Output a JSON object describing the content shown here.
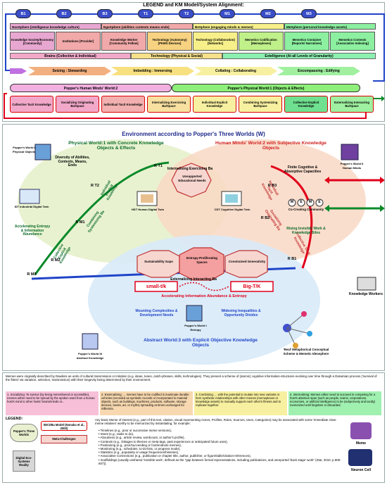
{
  "legend": {
    "title": "LEGEND and KM Model/System Alignment:",
    "badges": [
      "B1",
      "B2",
      "B3",
      "T1",
      "T2",
      "M1",
      "M2",
      "M3"
    ]
  },
  "spheres": [
    {
      "label": "NooSphere (intelligence knowledge culture)",
      "color": "#e8a7d0"
    },
    {
      "label": "EgoSphere (abilities contexts means ends)",
      "color": "#f2a9a9"
    },
    {
      "label": "BeSphere (engaging minds & memes)",
      "color": "#f7f08a"
    },
    {
      "label": "MeSphere (personal knowledge assets)",
      "color": "#8cf0a0"
    }
  ],
  "cells": [
    {
      "label": "Knowledge Society/Economy [Community]",
      "color": "#e8a7d0"
    },
    {
      "label": "Institutions [Provider]",
      "color": "#f2a9a9"
    },
    {
      "label": "Knowledge Worker [Community Fellow]",
      "color": "#f2a9a9"
    },
    {
      "label": "Technology (Autonomy) [PKMS Devices]",
      "color": "#f7d280"
    },
    {
      "label": "Technology (Collaboration) [Networks]",
      "color": "#f7f08a"
    },
    {
      "label": "Memetics Codification [Memeplexes]",
      "color": "#bff08a"
    },
    {
      "label": "Memetics Container [Reports/ Narratives]",
      "color": "#8cf0a0"
    },
    {
      "label": "Memetics Contexts [Associative Indexing]",
      "color": "#8cf0a0"
    }
  ],
  "bands": [
    {
      "label": "Brains (Collective & Individual)",
      "color": "#f2a9c9"
    },
    {
      "label": "Technology (Physical & Social)",
      "color": "#f7e08a"
    },
    {
      "label": "Extelligence (At all Levels of Granularity)",
      "color": "#8cf0b0"
    }
  ],
  "processes": [
    {
      "label": "Seizing : Stewarding",
      "color": "#f2b080"
    },
    {
      "label": "Imbedding : Immersing",
      "color": "#f7e080"
    },
    {
      "label": "Collating : Collaborating",
      "color": "#f7f0a0"
    },
    {
      "label": "Encompassing : Edifying",
      "color": "#a0f0a0"
    }
  ],
  "worlds_bar": {
    "w2": "Popper's Human Minds' World:2",
    "w1": "Popper's Physical World:1 (Objects & Effects)"
  },
  "seci": [
    {
      "label": "Collective Tacit Knowledge",
      "color": "#f2a9c9"
    },
    {
      "label": "Socializing Originating Ba/Space",
      "color": "#f2a9c9"
    },
    {
      "label": "Individual Tacit Knowledge",
      "color": "#f2b0b0"
    },
    {
      "label": "Internalizing Exercising Ba/Space",
      "color": "#f7e0a0"
    },
    {
      "label": "Individual Explicit Knowledge",
      "color": "#f7f0a0"
    },
    {
      "label": "Combining Systemizing Ba/Space",
      "color": "#f7f0a0"
    },
    {
      "label": "Collective Explicit Knowledge",
      "color": "#6fe090"
    },
    {
      "label": "Externalizing Interacting Ba/Space",
      "color": "#9ff0a0"
    }
  ],
  "diagram": {
    "title": "Environment according to Popper's Three Worlds (W)",
    "physical_world": "Physical World:1 with Concrete Knowledge Objects & Effects",
    "human_world": "Human Minds' World:2 with Subjective Knowledge Objects",
    "abstract_world": "Abstract World:3 with Explicit Objective Knowledge Objects",
    "popper_w1_physical": "Popper's World I Physical Objects",
    "popper_w2_human": "Popper's World II Human Minds",
    "popper_w1_entropy": "Popper's World I Entropy",
    "popper_w3_abstract": "Popper's World III Abstract Knowledge",
    "diversity": "Diversity of Abilities, Contexts, Means, Ends",
    "finite_cognitive": "Finite Cognitive & Absorptive Capacities",
    "internalising": "Internalising Exercising Ba",
    "unsupported": "Unsupported Educational Needs",
    "individual_explicit": "Individual Explicit Knowledge",
    "individual_tacit": "Individual Tacit Knowledge",
    "socializing": "Socializing Originating Ba",
    "combining": "Combining Systemizing Ba",
    "collective_explicit": "Collective Explicit Knowledge",
    "collective_tacit": "Collective Tacit Knowledge",
    "accel_entropy": "Accelerating Entropy & Information Abundance",
    "idt": "IDT Industrial Digital Twin",
    "hdt": "HDT Human Digital Twin",
    "cdt": "CDT Cognitive Digital Twin",
    "co_creating": "Co-Creating Community",
    "rising": "Rising Invisible Work & Knowledge Silos",
    "sustainability": "Sustainability Gaps",
    "entropy_spaces": "Entropy-Proliferating Spaces",
    "constrained": "Constrained Generativity",
    "externalizing": "Externalizing Interacting Ba",
    "small_tk": "small-t/k",
    "big_tk": "Big-T/K",
    "accel_info": "Accelerating Information Abundance & Entropy",
    "mounting": "Mounting Complexities & Development Needs",
    "widening": "Widening Inequalities & Opportunity Divides",
    "knowledge_workers": "Knowledge Workers",
    "real_meta": "'Real' Metaphorical Conceptual Scheme & Memetic Ideosphere",
    "memes": [
      "M",
      "E",
      "M",
      "E"
    ],
    "r_labels": [
      "R T1",
      "R T2",
      "R M1",
      "R M2",
      "R M3",
      "R B3",
      "R B2",
      "R B1"
    ]
  },
  "bottom": {
    "intro": "Memes were originally described by Dawkins as units of cultural transmission or imitation (e.g. ideas, tunes, catch-phrases, skills, technologies). They present a scheme of (atomic) cognitive information-structures evolving over time through a Darwinian process ('survival of the fittest' via variation, selection, transmission) with their longevity being determined by their environment.",
    "steps": [
      {
        "text": "1. Socializing: To survive (by being remembered or accessible), memes either need to be spread by the spoken word from a human host's mind to other hosts' brains/minds or...",
        "color": "#f7c0d8"
      },
      {
        "text": "2. Externalizing: ... memes have to be codified in inanimate durable vehicles (recorded as symbolic records or incorporated in material objects, such as buildings, machines, products, software, storage devices, books, art, or myths) spreading at times unchanged for millennia.",
        "color": "#f7d8b0"
      },
      {
        "text": "3. Combining: ... with the potential to mutate into new variants or form symbiotic relationships with other memes (memeplexes or knowledge assets) to mutually support each other's fitness and to replicate together.",
        "color": "#f7f0a0"
      },
      {
        "text": "4. Internalizing: Memes either need to succeed in competing for a host's attention span (such as people, teams, corporations, economies, or artificial intelligence) to be (subjectively and tacitly) memorized until forgotten or discarded.",
        "color": "#a0f0b0"
      }
    ],
    "legend_label": "LEGEND:",
    "legend_items": [
      "Popper's Three Worlds",
      "SECI/Ba Model (Nonaka et al., 2000)",
      "Meta-Challenges",
      "Digital Eco-Systems Reality"
    ],
    "bullets_intro": "Any basic Meme of interest (e.g., part of this text, citation, visual representing Actors, Profiles, Roles, Sources, Uses, Categories) may be associated with some 'immediate close meme relatives' worthy to be memorized by instantiating, for example:",
    "bullets": [
      "Timelines (e.g., prior or successive meme versions),",
      "Intent (e.g., tasks to do),",
      "Aboutness (e.g., article review, wordcount, or author's profile),",
      "Contexts (e.g., linkages to themes or meta-tags, past experiences or anticipated future uses),",
      "Positioning (e.g., prior/succeeding or foot/endnote memes),",
      "Monitoring (e.g., schedules, to-do-lists, or progress mode),",
      "Statistics (e.g., popularity or usage frequencies/histories),",
      "Associative Connections (e.g., publication or chapter title, author, publisher, or figure/table/citation-references),",
      "Scaffoldings (usually unshared 'invisible work', defined as the \"gap between formal representations, including publications, and unreported 'back stage' work\" (Star, 2010, p.606-607))."
    ],
    "meme_label": "Meme",
    "neuron_label": "Neuron Cell"
  },
  "colors": {
    "badge": "#3a4ec9",
    "red": "#e0001a",
    "blue": "#1f44c8",
    "green": "#0a8a2a"
  }
}
